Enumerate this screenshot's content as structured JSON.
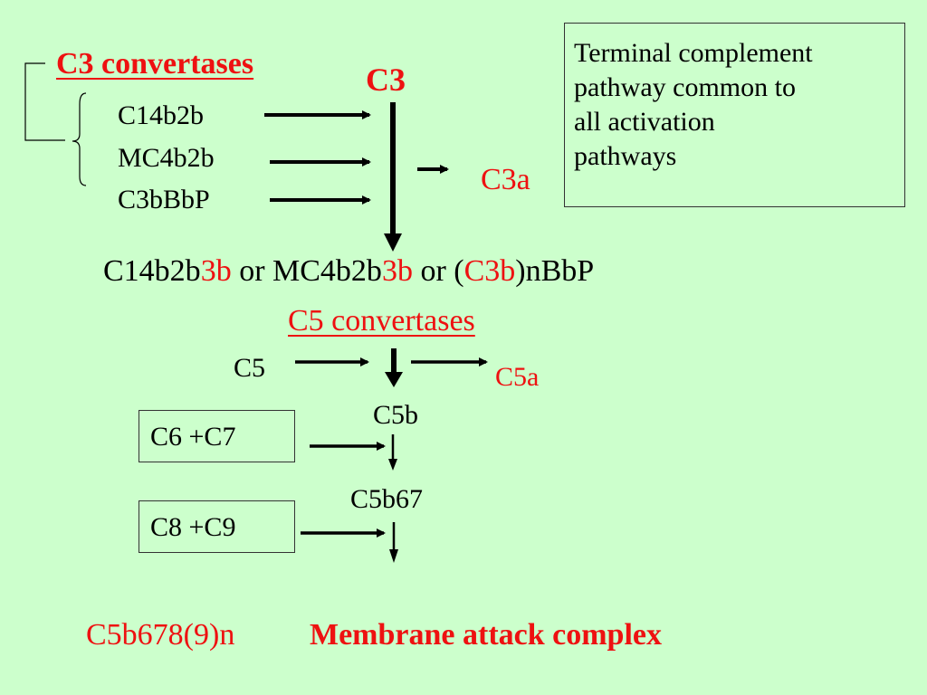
{
  "c3_convertases": {
    "heading": "C3 convertases",
    "items": [
      "C14b2b",
      "MC4b2b",
      "C3bBbP"
    ]
  },
  "c3": "C3",
  "c3a": "C3a",
  "note": [
    "Terminal complement",
    "pathway common to",
    "all activation",
    "pathways"
  ],
  "product_line": {
    "p1": "C14b2b",
    "p1_red": "3b",
    "or1": " or ",
    "p2": "MC4b2b",
    "p2_red": "3b",
    "or2": " or (",
    "p3_red": "C3b",
    "p3": ")nBbP"
  },
  "c5_convertases": "C5 convertases",
  "c5": "C5",
  "c5a": "C5a",
  "c5b": "C5b",
  "c6_c7": "C6 +C7",
  "c5b67": "C5b67",
  "c8_c9": "C8 +C9",
  "mac": {
    "formula": "C5b678(9)n",
    "label": "Membrane attack complex"
  },
  "colors": {
    "background": "#ccffcc",
    "accent": "#ee1111",
    "ink": "#000000"
  }
}
